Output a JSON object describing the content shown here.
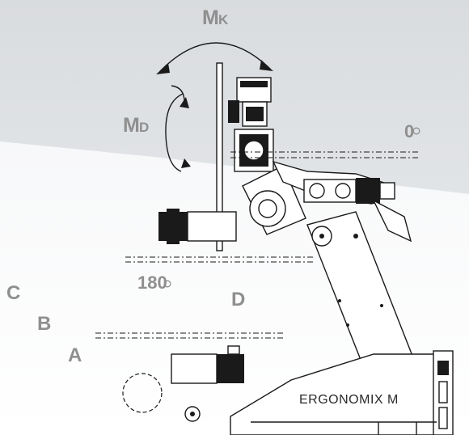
{
  "labels": {
    "mk_main": "M",
    "mk_sub": "K",
    "md_main": "M",
    "md_sub": "D",
    "zero_deg": "0",
    "deg_180": "180",
    "pos_c": "C",
    "pos_b": "B",
    "pos_a": "A",
    "pos_d": "D",
    "product_name": "ERGONOMIX M"
  },
  "colors": {
    "background_top": "#dcdfe1",
    "background_bottom": "#ffffff",
    "label": "#8f8f8f",
    "line": "#1a1a1a"
  },
  "icons": [
    "rotation-arrow-mk-icon",
    "rotation-arrow-md-icon",
    "degree-circle-icon"
  ]
}
